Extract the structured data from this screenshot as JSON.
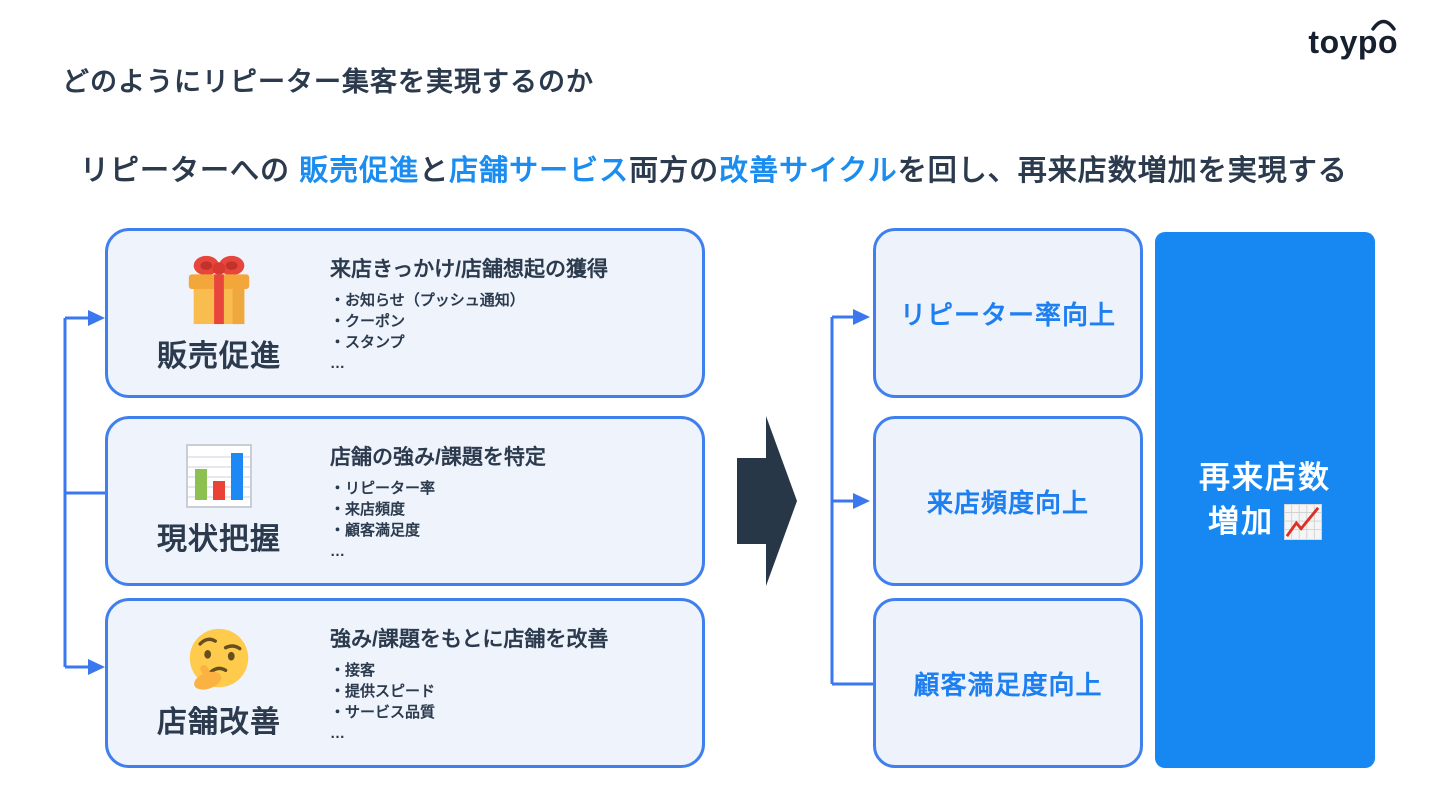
{
  "logo": {
    "text": "toypo"
  },
  "title": "どのようにリピーター集客を実現するのか",
  "subtitle": {
    "segments": [
      {
        "text": "リピーターへの "
      },
      {
        "text": "販売促進"
      },
      {
        "text": "と"
      },
      {
        "text": "店舗サービス"
      },
      {
        "text": "両方の"
      },
      {
        "text": "改善サイクル"
      },
      {
        "text": "を回し、再来店数増加を実現する"
      }
    ]
  },
  "left_boxes": [
    {
      "icon": "gift-icon",
      "label": "販売促進",
      "heading": "来店きっかけ/店舗想起の獲得",
      "bullets": [
        "・お知らせ（プッシュ通知）",
        "・クーポン",
        "・スタンプ",
        "…"
      ]
    },
    {
      "icon": "bar-chart-icon",
      "label": "現状把握",
      "heading": "店舗の強み/課題を特定",
      "bullets": [
        "・リピーター率",
        "・来店頻度",
        "・顧客満足度",
        "…"
      ]
    },
    {
      "icon": "thinking-face-icon",
      "label": "店舗改善",
      "heading": "強み/課題をもとに店舗を改善",
      "bullets": [
        "・接客",
        "・提供スピード",
        "・サービス品質",
        "…"
      ]
    }
  ],
  "right_boxes": [
    {
      "label": "リピーター率向上"
    },
    {
      "label": "来店頻度向上"
    },
    {
      "label": "顧客満足度向上"
    }
  ],
  "result_box": {
    "line1": "再来店数",
    "line2": "増加",
    "icon": "chart-increasing-icon"
  },
  "colors": {
    "accent_blue": "#1b8df0",
    "box_border": "#4080ee",
    "box_bg": "#eef3fc",
    "dark_text": "#2b3a4d",
    "connector": "#3b78ef",
    "big_arrow": "#273747",
    "result_bg": "#1788f2",
    "right_label_text": "#1d7ff0"
  }
}
